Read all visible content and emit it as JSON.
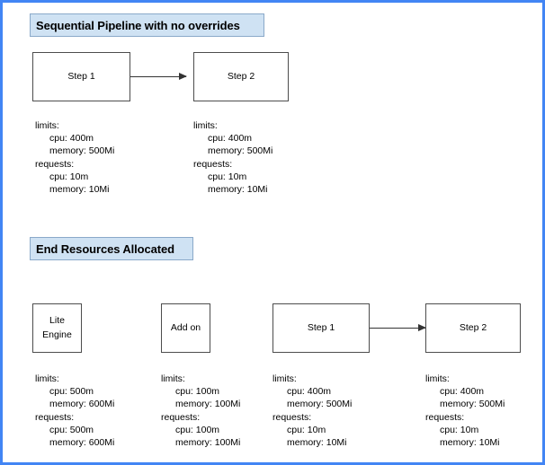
{
  "diagram": {
    "border_color": "#4285f4",
    "header_fill": "#cfe2f3",
    "header_border": "#8aa9c9",
    "node_border": "#4d4d4d",
    "arrow_color": "#333333",
    "sections": [
      {
        "id": "sequential-pipeline",
        "title": "Sequential Pipeline with no overrides"
      },
      {
        "id": "end-resources-allocated",
        "title": "End Resources Allocated"
      }
    ]
  },
  "top_section": {
    "title": "Sequential Pipeline with no overrides",
    "nodes": [
      {
        "id": "step-1",
        "label": "Step 1"
      },
      {
        "id": "step-2",
        "label": "Step 2"
      }
    ],
    "connector": {
      "from": "step-1",
      "to": "step-2",
      "type": "arrow"
    },
    "specs": [
      {
        "for": "step-1",
        "limits_label": "limits:",
        "limits_cpu": "cpu: 400m",
        "limits_memory": "memory: 500Mi",
        "requests_label": "requests:",
        "requests_cpu": "cpu: 10m",
        "requests_memory": "memory: 10Mi"
      },
      {
        "for": "step-2",
        "limits_label": "limits:",
        "limits_cpu": "cpu: 400m",
        "limits_memory": "memory: 500Mi",
        "requests_label": "requests:",
        "requests_cpu": "cpu: 10m",
        "requests_memory": "memory: 10Mi"
      }
    ]
  },
  "bottom_section": {
    "title": "End Resources Allocated",
    "nodes": [
      {
        "id": "lite-engine",
        "label_line1": "Lite",
        "label_line2": "Engine"
      },
      {
        "id": "add-on",
        "label": "Add on"
      },
      {
        "id": "step-1",
        "label": "Step 1"
      },
      {
        "id": "step-2",
        "label": "Step 2"
      }
    ],
    "connector": {
      "from": "step-1",
      "to": "step-2",
      "type": "arrow"
    },
    "specs": [
      {
        "for": "lite-engine",
        "limits_label": "limits:",
        "limits_cpu": "cpu: 500m",
        "limits_memory": "memory: 600Mi",
        "requests_label": "requests:",
        "requests_cpu": "cpu: 500m",
        "requests_memory": "memory: 600Mi"
      },
      {
        "for": "add-on",
        "limits_label": "limits:",
        "limits_cpu": "cpu: 100m",
        "limits_memory": "memory: 100Mi",
        "requests_label": "requests:",
        "requests_cpu": "cpu: 100m",
        "requests_memory": "memory: 100Mi"
      },
      {
        "for": "step-1",
        "limits_label": "limits:",
        "limits_cpu": "cpu: 400m",
        "limits_memory": "memory: 500Mi",
        "requests_label": "requests:",
        "requests_cpu": "cpu: 10m",
        "requests_memory": "memory: 10Mi"
      },
      {
        "for": "step-2",
        "limits_label": "limits:",
        "limits_cpu": "cpu: 400m",
        "limits_memory": "memory: 500Mi",
        "requests_label": "requests:",
        "requests_cpu": "cpu: 10m",
        "requests_memory": "memory: 10Mi"
      }
    ]
  }
}
